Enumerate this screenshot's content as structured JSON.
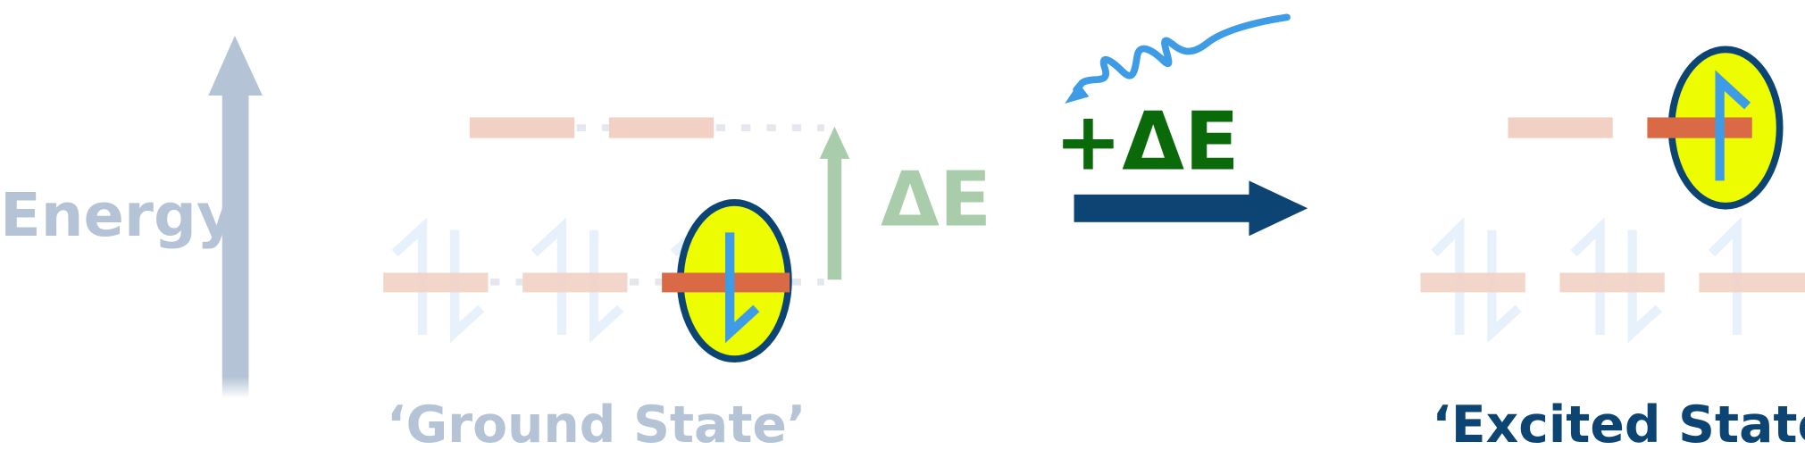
{
  "axis": {
    "label": "Energy"
  },
  "transition": {
    "gap_label": "ΔE",
    "absorbed_label": "+ΔE"
  },
  "states": {
    "ground": {
      "label": "‘Ground State’"
    },
    "excited": {
      "label": "‘Excited State’"
    }
  },
  "icons": {
    "photon": "wavy-photon-arrow-icon",
    "spin_up": "half-arrow-up-icon",
    "spin_down": "half-arrow-down-icon"
  },
  "colors": {
    "axis": "#b4c4d6",
    "level": "#f2d1c4",
    "active_level": "#d96a45",
    "electron_faint": "#e6f1fb",
    "electron": "#3e9be6",
    "highlight_fill": "#eefc00",
    "navy": "#0c4474",
    "gap_green": "#a9ccab",
    "dark_green": "#0a6a0a",
    "dots": "#e4e8ee"
  }
}
